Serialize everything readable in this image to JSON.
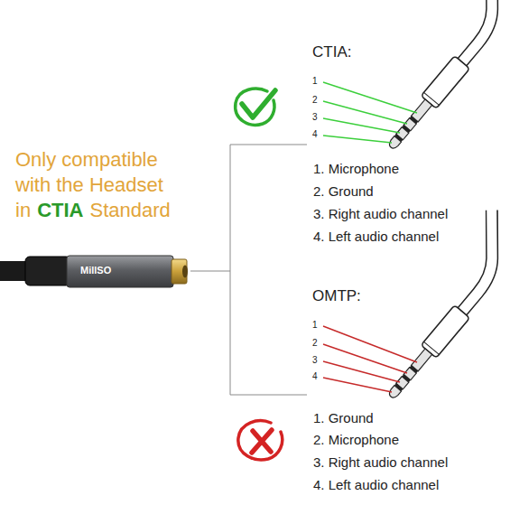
{
  "diagram": {
    "labels": [
      "Only compatible",
      "with the Headset",
      "in",
      "CTIA",
      "Standard",
      "MillSO",
      "CTIA:",
      "1",
      "2",
      "3",
      "4",
      "1. Microphone",
      "2. Ground",
      "3. Right audio channel",
      "4. Left audio channel",
      "OMTP:",
      "1",
      "2",
      "3",
      "4",
      "1. Ground",
      "2. Microphone",
      "3. Right audio channel",
      "4. Left audio channel"
    ]
  }
}
